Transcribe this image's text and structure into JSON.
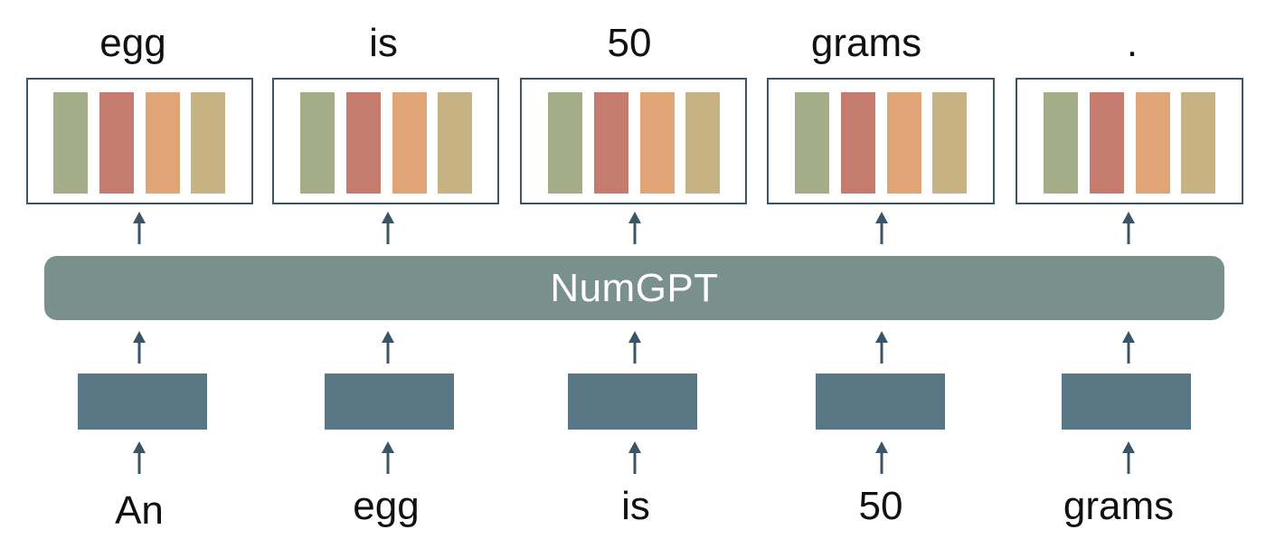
{
  "model_label": "NumGPT",
  "output_tokens": [
    "egg",
    "is",
    "50",
    "grams",
    "."
  ],
  "input_tokens": [
    "An",
    "egg",
    "is",
    "50",
    "grams"
  ],
  "colors": {
    "bar_green": "#a3ae89",
    "bar_red": "#c57b6e",
    "bar_orange": "#e0a476",
    "bar_tan": "#c6b282",
    "box_border": "#3b5566",
    "arrow": "#3b5566",
    "model_fill": "#7a908c",
    "embedding_fill": "#587683"
  }
}
